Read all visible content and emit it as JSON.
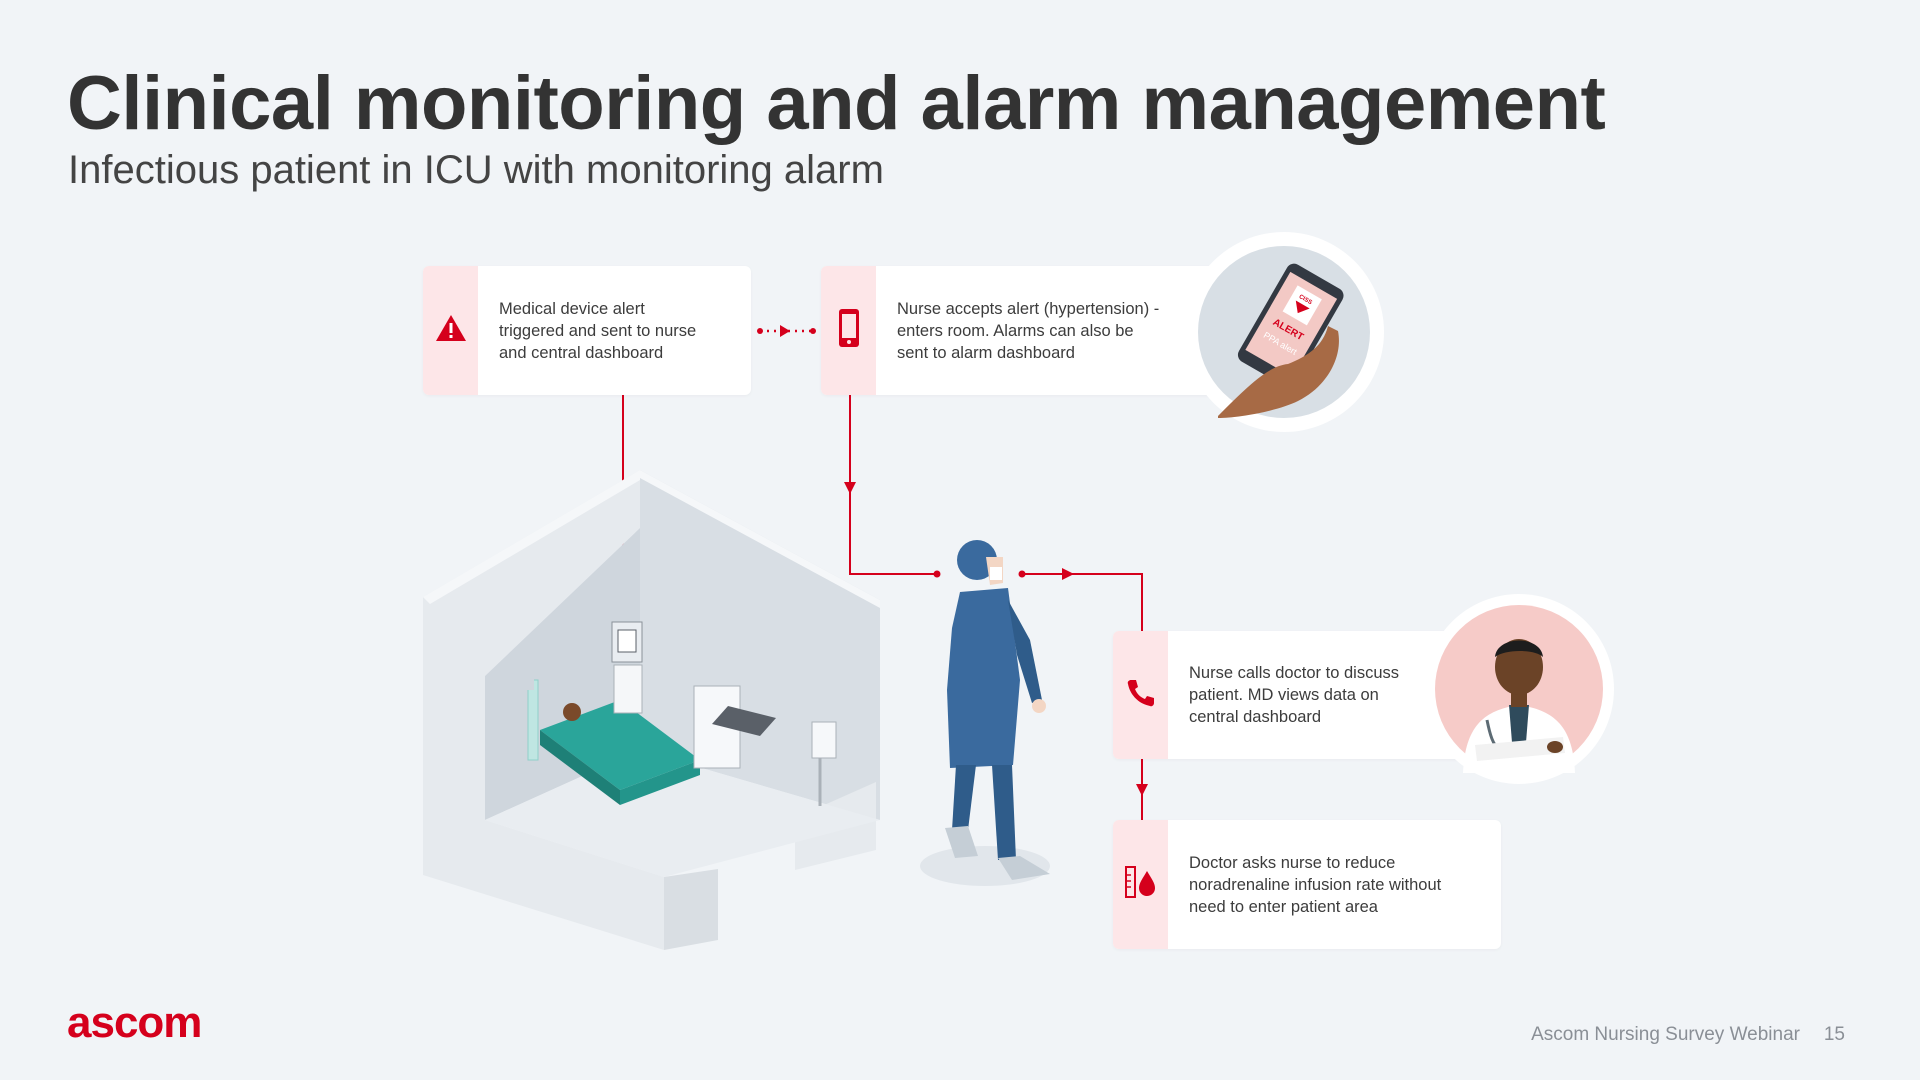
{
  "title": "Clinical monitoring and alarm management",
  "subtitle": "Infectious patient in ICU with monitoring alarm",
  "steps": [
    {
      "text": "Medical device alert\ntriggered and sent to nurse\nand central dashboard",
      "icon": "warning-triangle-icon"
    },
    {
      "text": "Nurse accepts alert (hypertension) -\nenters room. Alarms can also  be\nsent to alarm dashboard",
      "icon": "smartphone-icon"
    },
    {
      "text": "Nurse calls doctor to discuss\npatient. MD views data on\ncentral dashboard",
      "icon": "phone-handset-icon"
    },
    {
      "text": "Doctor asks nurse to reduce\nnoradrenaline infusion rate without\nneed to enter patient area",
      "icon": "infusion-drop-icon"
    }
  ],
  "phone_screen": {
    "badge": "CISS",
    "alert": "ALERT",
    "sub": "PPA\nalert"
  },
  "logo": "ascom",
  "footer": {
    "text": "Ascom Nursing Survey Webinar",
    "page": "15"
  },
  "colors": {
    "accent": "#d5001c",
    "pink": "#fde6e8",
    "background": "#f1f4f7",
    "scrub": "#3a6a9e",
    "teal": "#2aa59a"
  }
}
